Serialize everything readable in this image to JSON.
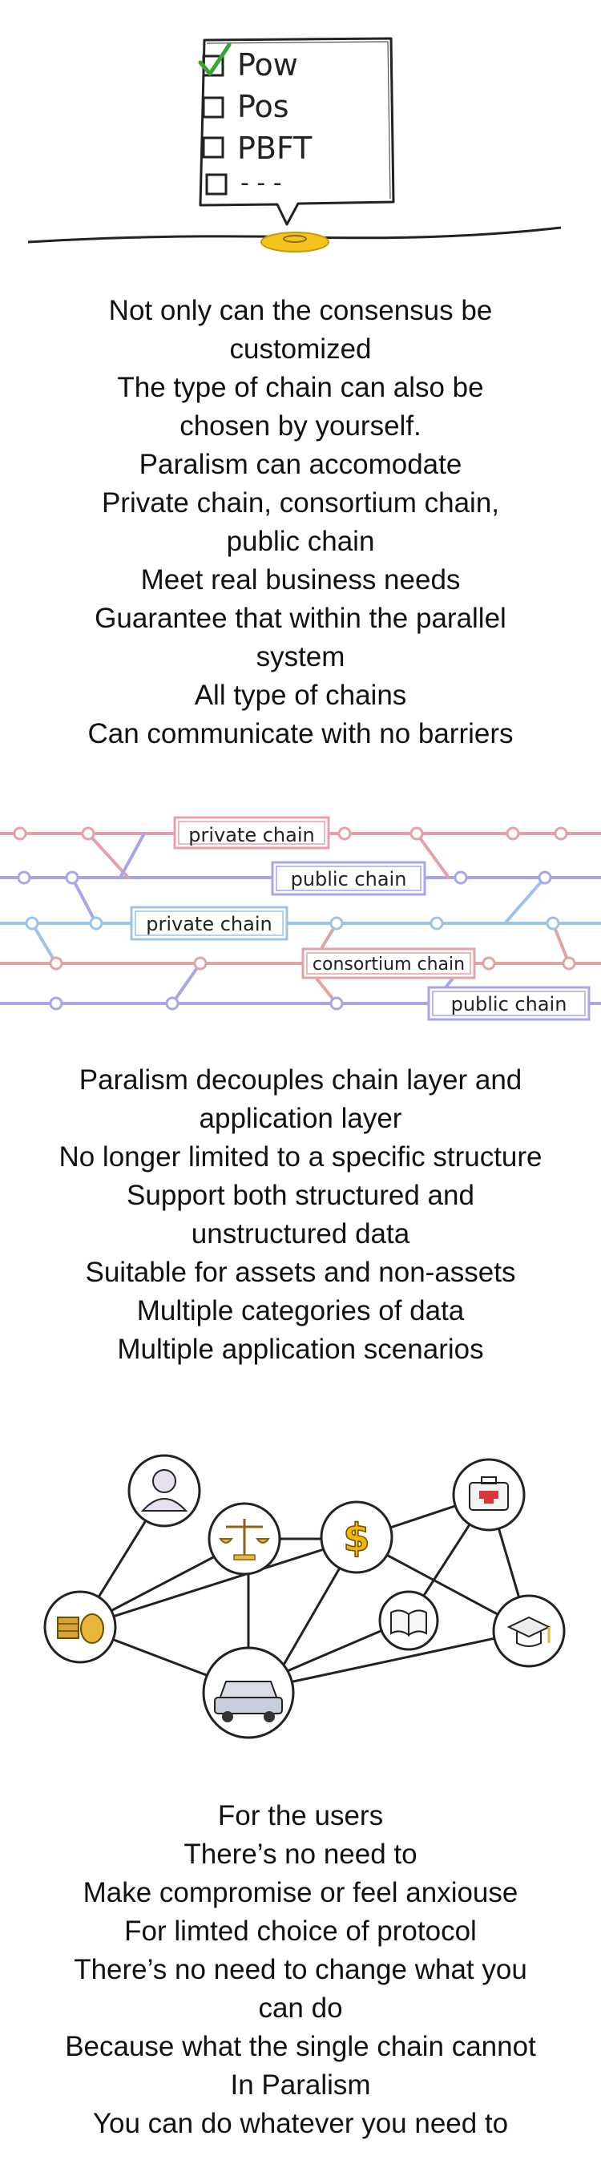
{
  "consensus_sketch": {
    "options": [
      {
        "label": "Pow",
        "checked": true
      },
      {
        "label": "Pos",
        "checked": false
      },
      {
        "label": "PBFT",
        "checked": false
      },
      {
        "label": "- - -",
        "checked": false
      }
    ],
    "check_color": "#3aa335",
    "coin_color": "#f3c21b"
  },
  "paragraph1": {
    "lines": [
      "Not only can the consensus be",
      "customized",
      "The type of chain can also be",
      "chosen by yourself.",
      "Paralism can accomodate",
      "Private chain, consortium chain,",
      "public chain",
      "Meet real business needs",
      "Guarantee that within the parallel",
      "system",
      "All type of chains",
      "Can communicate with no barriers"
    ]
  },
  "chain_diagram": {
    "labels": [
      "private chain",
      "public chain",
      "private chain",
      "consortium chain",
      "public chain"
    ],
    "colors": {
      "private": "#e8a0a8",
      "public": "#a9a6e8",
      "blue": "#9cc3ea",
      "consortium": "#e0a4a4"
    }
  },
  "paragraph2": {
    "lines": [
      "Paralism decouples chain layer and",
      "application layer",
      "No longer limited to a specific structure",
      "Support both structured and",
      "unstructured data",
      "Suitable for assets and non-assets",
      "Multiple categories of data",
      "Multiple application scenarios"
    ]
  },
  "network_diagram": {
    "nodes": [
      "user-icon",
      "scales-icon",
      "dollar-icon",
      "medical-kit-icon",
      "coins-icon",
      "book-icon",
      "graduation-cap-icon",
      "car-icon"
    ],
    "dollar_symbol": "$"
  },
  "paragraph3": {
    "lines": [
      "For the users",
      "There’s no need to",
      "Make compromise or feel anxiouse",
      "For limted choice of protocol",
      "There’s no need to change what you",
      "can do",
      "Because what the single chain cannot",
      "In Paralism",
      "You can do whatever you need to"
    ]
  }
}
